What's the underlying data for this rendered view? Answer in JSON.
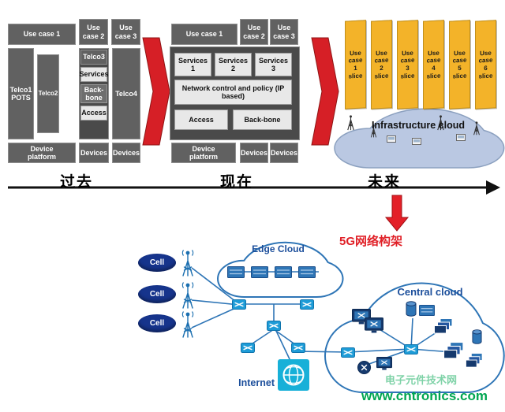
{
  "top": {
    "past": {
      "use_case_1": "Use case 1",
      "use_case_2": "Use case 2",
      "use_case_3": "Use case 3",
      "telco1": "Telco1 POTS",
      "telco2": "Telco2",
      "telco3": "Telco3",
      "telco3_services": "Services",
      "telco3_backbone": "Back-bone",
      "telco3_access": "Access",
      "telco4": "Telco4",
      "device_platform": "Device platform",
      "devices_a": "Devices",
      "devices_b": "Devices"
    },
    "present": {
      "use_case_1": "Use case 1",
      "use_case_2": "Use case 2",
      "use_case_3": "Use case 3",
      "services_1": "Services 1",
      "services_2": "Services 2",
      "services_3": "Services 3",
      "network_control": "Network control and policy (IP based)",
      "access": "Access",
      "backbone": "Back-bone",
      "device_platform": "Device platform",
      "devices_a": "Devices",
      "devices_b": "Devices"
    },
    "future": {
      "slices": [
        "Use case 1 slice",
        "Use case 2 slice",
        "Use case 3 slice",
        "Use case 4 slice",
        "Use case 5 slice",
        "Use case 6 slice"
      ],
      "cloud_label": "Infrastructure cloud"
    }
  },
  "timeline": {
    "past": "过去",
    "present": "现在",
    "future": "未来"
  },
  "transition_label": "5G网络构架",
  "network": {
    "cell_1": "Cell",
    "cell_2": "Cell",
    "cell_3": "Cell",
    "edge_cloud_label": "Edge Cloud",
    "central_cloud_label": "Central cloud",
    "internet_label": "Internet"
  },
  "watermark": {
    "site": "www.cntronics.com",
    "faint": "电子元件技术网"
  },
  "colors": {
    "box_dark": "#616161",
    "box_light": "#e8e8e8",
    "slice_yellow": "#f3b329",
    "arrow_red": "#d61f26",
    "line_blue": "#2e75b6",
    "cell_blue": "#16348c",
    "infra_cloud_fill": "#bac8e2",
    "watermark_green": "#00a651"
  }
}
